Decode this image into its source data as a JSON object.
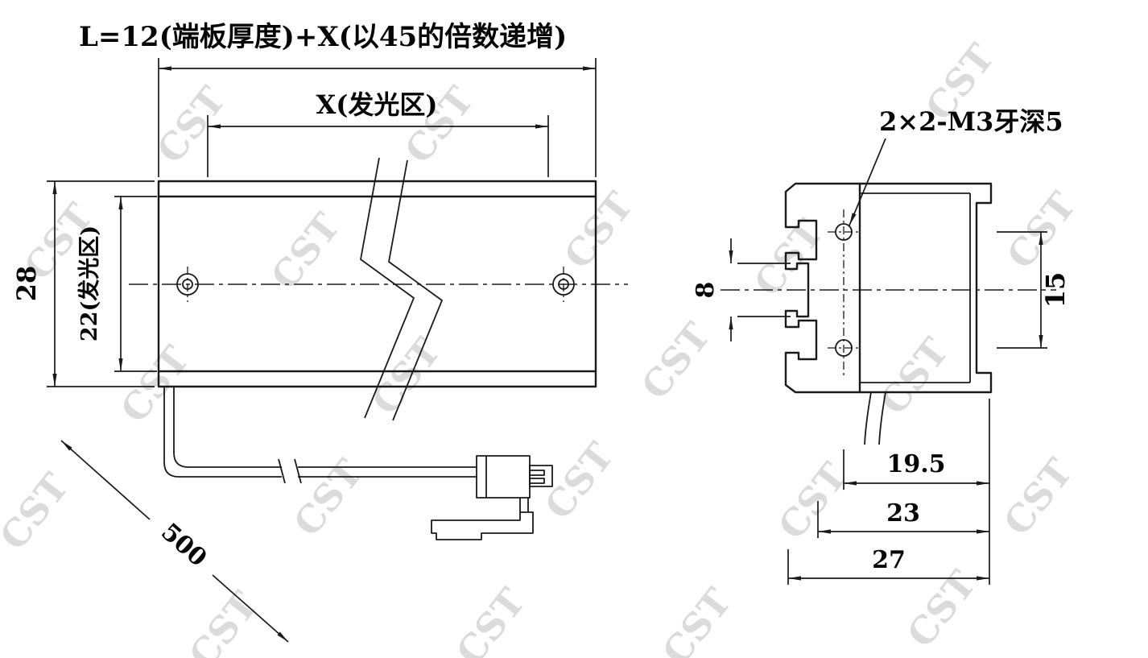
{
  "drawing": {
    "watermark": "CST",
    "colors": {
      "line": "#1a1a1a",
      "text": "#050505",
      "watermark": "#c9c9c9"
    },
    "front_view": {
      "length_formula": "L=12(端板厚度)+X(以45的倍数递增)",
      "glow_width_label": "X(发光区)",
      "overall_height": "28",
      "glow_height_label": "22(发光区)",
      "cable_length": "500"
    },
    "section_view": {
      "thread_note": "2×2-M3牙深5",
      "slot_width": "8",
      "hole_spacing": "15",
      "width_19_5": "19.5",
      "width_23": "23",
      "width_27": "27"
    }
  }
}
